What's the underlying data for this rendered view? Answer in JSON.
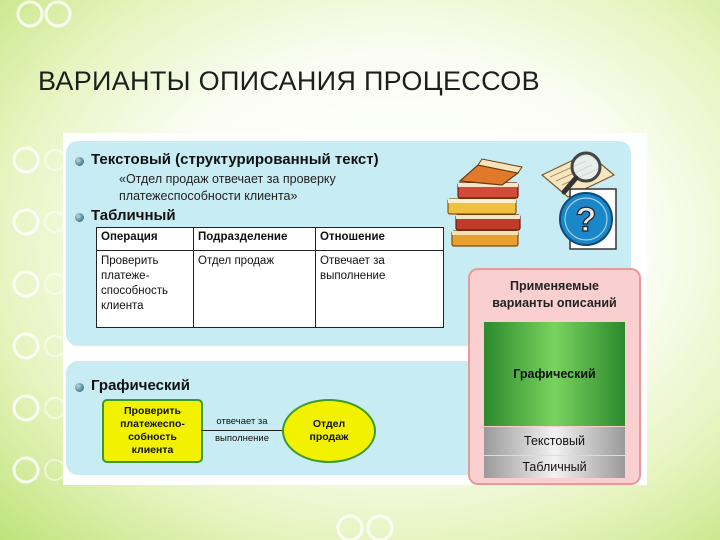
{
  "slide": {
    "title": "ВАРИАНТЫ ОПИСАНИЯ ПРОЦЕССОВ"
  },
  "textual": {
    "heading": "Текстовый (структурированный текст)",
    "quote_line1": "«Отдел продаж отвечает за проверку",
    "quote_line2": "платежеспособности клиента»"
  },
  "tabular": {
    "heading": "Табличный",
    "columns": [
      "Операция",
      "Подразделение",
      "Отношение"
    ],
    "row": [
      "Проверить\nплатеже-\nспособность\nклиента",
      "Отдел продаж",
      "Отвечает за\nвыполнение"
    ]
  },
  "graphical": {
    "heading": "Графический",
    "process_box": "Проверить\nплатежеспо-\nсобность\nклиента",
    "relation_top": "отвечает за",
    "relation_bottom": "выполнение",
    "department": "Отдел\nпродаж"
  },
  "applied_variants": {
    "title_line1": "Применяемые",
    "title_line2": "варианты описаний",
    "options": [
      "Графический",
      "Текстовый",
      "Табличный"
    ]
  },
  "clipart": {
    "icons": [
      "books-icon",
      "magnifier-icon",
      "question-mark-icon"
    ]
  },
  "colors": {
    "panel_bg": "#c8ecf4",
    "graphic_green": "#3fae3f",
    "box_yellow": "#f2f200",
    "variants_pink": "#f9d0cf",
    "question_blue": "#1a88c8"
  }
}
